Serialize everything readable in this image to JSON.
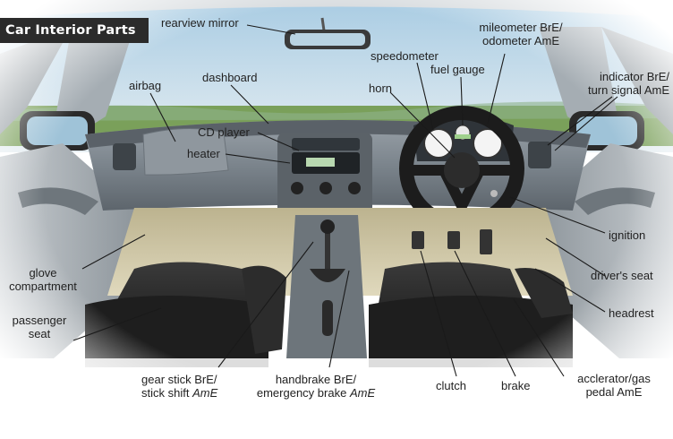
{
  "title": "Car Interior Parts",
  "labels": {
    "rearview_mirror": "rearview mirror",
    "mileometer_line1": "mileometer BrE/",
    "mileometer_line2": "odometer AmE",
    "speedometer": "speedometer",
    "fuel_gauge": "fuel gauge",
    "indicator_line1": "indicator BrE/",
    "indicator_line2": "turn signal AmE",
    "airbag": "airbag",
    "dashboard": "dashboard",
    "horn": "horn",
    "cd_player": "CD player",
    "heater": "heater",
    "ignition": "ignition",
    "glove_line1": "glove",
    "glove_line2": "compartment",
    "drivers_seat": "driver's seat",
    "passenger_line1": "passenger",
    "passenger_line2": "seat",
    "headrest": "headrest",
    "gearstick_line1": "gear stick BrE/",
    "gearstick_line2a": "stick shift ",
    "gearstick_line2b": "AmE",
    "handbrake_line1": "handbrake BrE/",
    "handbrake_line2a": "emergency brake ",
    "handbrake_line2b": "AmE",
    "clutch": "clutch",
    "brake": "brake",
    "accelerator_line1": "acclerator/gas",
    "accelerator_line2": "pedal AmE"
  },
  "colors": {
    "title_bg": "#2b2b2b",
    "sky": "#cfe3ef",
    "dashboard": "#7d868e",
    "seats": "#2a2a2a",
    "floor": "#cfc7a8",
    "leader_line": "#1a1a1a"
  }
}
